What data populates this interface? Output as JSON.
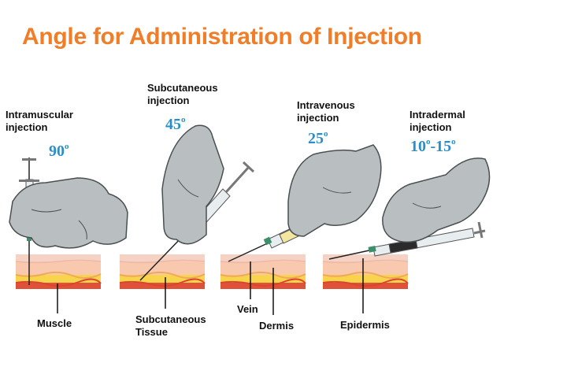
{
  "title": "Angle for Administration of Injection",
  "colors": {
    "title": "#F07D28",
    "angle": "#2A8FC9",
    "glove": "#B9BEC0",
    "epidermis": "#F6D2C4",
    "dermis": "#F8C9AE",
    "subcutaneous": "#F7D44C",
    "muscle": "#E0513A"
  },
  "injections": [
    {
      "name_line1": "Intramuscular",
      "name_line2": "injection",
      "angle": "90",
      "degree_symbol": "o"
    },
    {
      "name_line1": "Subcutaneous",
      "name_line2": "injection",
      "angle": "45",
      "degree_symbol": "o"
    },
    {
      "name_line1": "Intravenous",
      "name_line2": "injection",
      "angle": "25",
      "degree_symbol": "o"
    },
    {
      "name_line1": "Intradermal",
      "name_line2": "injection",
      "angle_min": "10",
      "angle_sep": "-",
      "angle_max": "15",
      "degree_symbol": "o"
    }
  ],
  "tissue_labels": {
    "muscle": "Muscle",
    "subcutaneous_1": "Subcutaneous",
    "subcutaneous_2": "Tissue",
    "vein": "Vein",
    "dermis": "Dermis",
    "epidermis": "Epidermis"
  }
}
